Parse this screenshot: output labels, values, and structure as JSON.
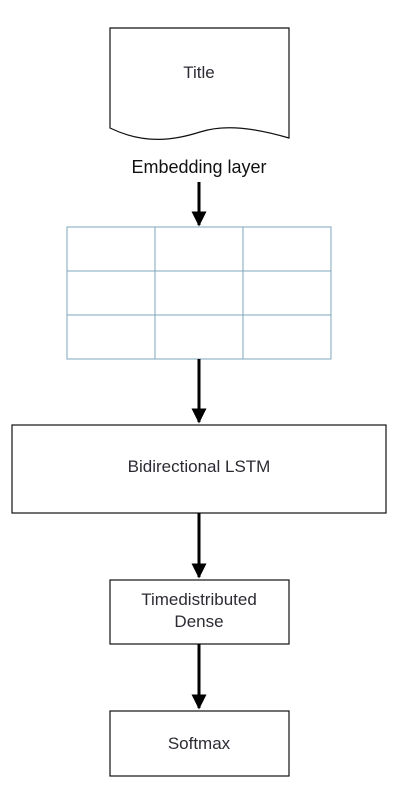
{
  "nodes": {
    "title": "Title",
    "lstm": "Bidirectional LSTM",
    "dense_line1": "Timedistributed",
    "dense_line2": "Dense",
    "softmax": "Softmax"
  },
  "edges": {
    "embedding": "Embedding layer"
  },
  "embedding_grid": {
    "rows": 3,
    "cols": 3
  },
  "colors": {
    "grid": "#7fa7bf",
    "stroke": "#111111",
    "text": "#2b2b33"
  }
}
